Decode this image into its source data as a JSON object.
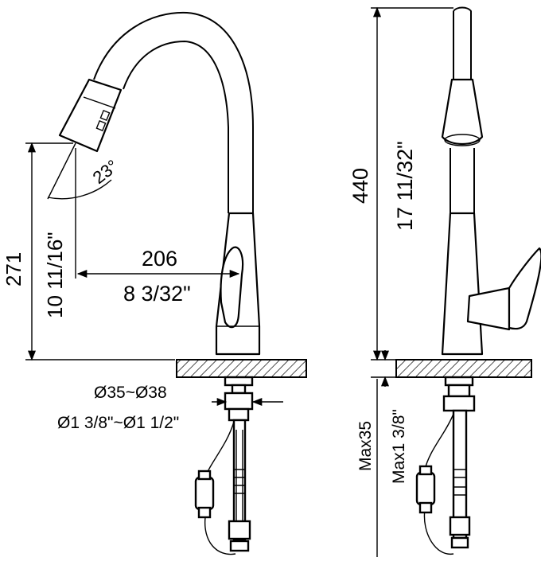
{
  "dimensions": {
    "height_total_mm": "440",
    "height_total_in": "17 11/32\"",
    "spout_height_mm": "271",
    "spout_height_in": "10 11/16\"",
    "reach_mm": "206",
    "reach_in": "8 3/32\"",
    "angle": "23°",
    "hole_dia_mm": "Ø35~Ø38",
    "hole_dia_in": "Ø1 3/8\"~Ø1 1/2\"",
    "max_deck_mm": "Max35",
    "max_deck_in": "Max1 3/8\""
  }
}
